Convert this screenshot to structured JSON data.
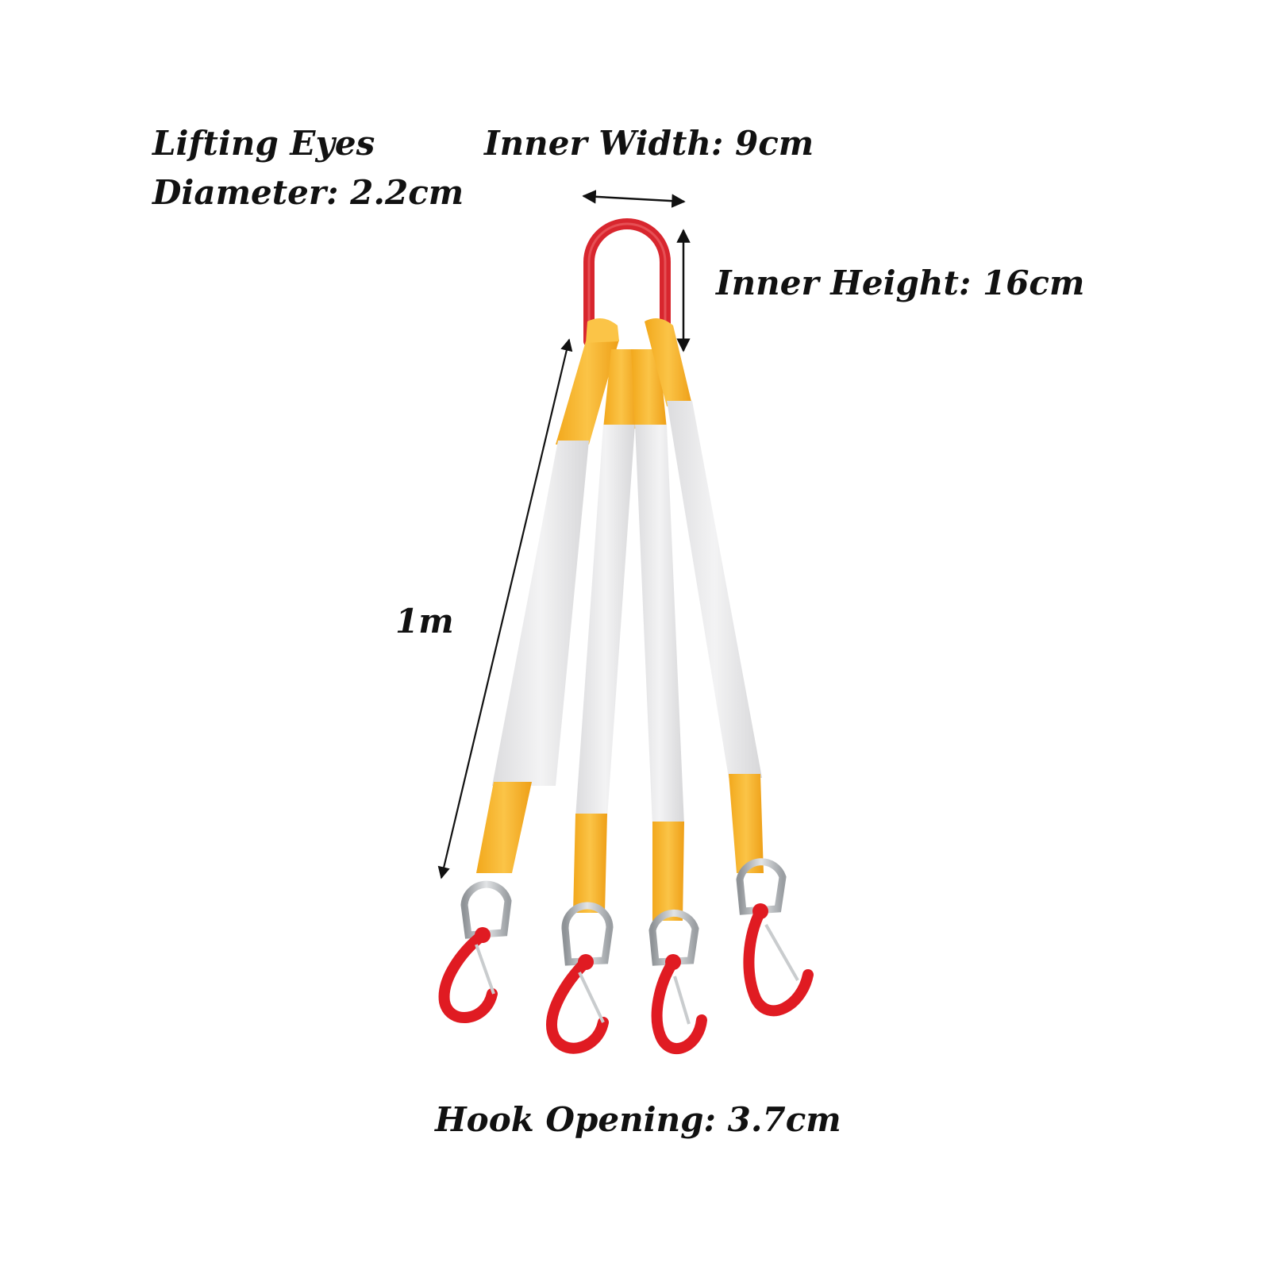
{
  "labels": {
    "lifting_eyes_line1": "Lifting Eyes",
    "lifting_eyes_line2": "Diameter: 2.2cm",
    "inner_width": "Inner Width: 9cm",
    "inner_height": "Inner Height: 16cm",
    "length": "1m",
    "hook_opening": "Hook Opening: 3.7cm"
  },
  "colors": {
    "ring": "#d8262e",
    "sling_body": "#e9e9ea",
    "sling_sleeve": "#f7b52a",
    "hook": "#e01b22",
    "shackle": "#b9bcbf",
    "arrow": "#111111"
  }
}
